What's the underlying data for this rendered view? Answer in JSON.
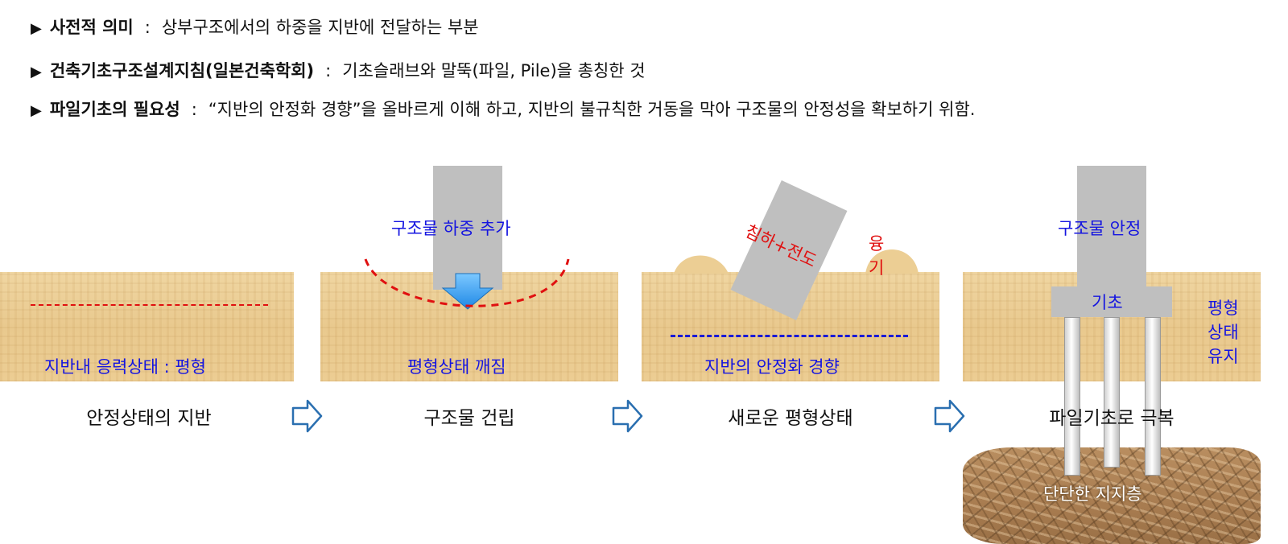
{
  "header_lines": [
    {
      "marker": "▶",
      "key": "사전적 의미",
      "sep": ":",
      "text": "상부구조에서의 하중을 지반에 전달하는 부분"
    },
    {
      "marker": "▶",
      "key": "건축기초구조설계지침(일본건축학회)",
      "sep": ":",
      "text": "기초슬래브와 말뚝(파일, Pile)을 총칭한 것"
    },
    {
      "marker": "▶",
      "key": "파일기초의 필요성",
      "sep": ":",
      "text": "“지반의 안정화 경향”을 올바르게 이해 하고, 지반의 불규칙한 거동을 막아 구조물의 안정성을 확보하기 위함."
    }
  ],
  "panels": [
    {
      "caption": "안정상태의 지반",
      "blue_label": "지반내 응력상태 : 평형"
    },
    {
      "caption": "구조물 건립",
      "top_label": "구조물 하중 추가",
      "blue_label": "평형상태 깨짐"
    },
    {
      "caption": "새로운 평형상태",
      "red_label_tilt": "침하+전도",
      "red_label_heave": "융\n기",
      "blue_label": "지반의 안정화 경향"
    },
    {
      "caption": "파일기초로 극복",
      "top_label": "구조물 안정",
      "footing_label": "기초",
      "side_label": "평형\n상태\n유지",
      "rock_label": "단단한 지지층"
    }
  ],
  "colors": {
    "blue_text": "#1515e0",
    "red": "#e01010",
    "column": "#bfbfbf",
    "arrow_outline": "#2a6fb0",
    "soil": "#ecce94"
  },
  "icons": [
    "right-arrow-icon",
    "down-arrow-icon"
  ]
}
